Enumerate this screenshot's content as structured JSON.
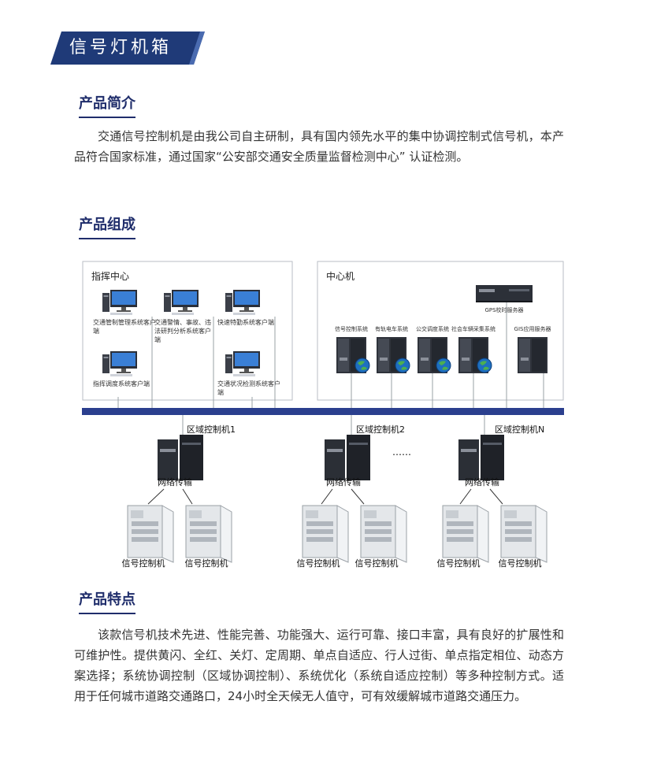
{
  "banner": {
    "title": "信号灯机箱",
    "color": "#1f3a78"
  },
  "sections": {
    "intro": {
      "heading": "产品简介",
      "text": "交通信号控制机是由我公司自主研制，具有国内领先水平的集中协调控制式信号机，本产品符合国家标准，通过国家“公安部交通安全质量监督检测中心” 认证检测。"
    },
    "composition": {
      "heading": "产品组成"
    },
    "features": {
      "heading": "产品特点",
      "text": "该款信号机技术先进、性能完善、功能强大、运行可靠、接口丰富，具有良好的扩展性和可维护性。提供黄闪、全红、关灯、定周期、单点自适应、行人过街、单点指定相位、动态方案选择；系统协调控制（区域协调控制）、系统优化（系统自适应控制）等多种控制方式。适用于任何城市道路交通路口，24小时全天候无人值守，可有效缓解城市道路交通压力。"
    }
  },
  "diagram": {
    "command_center": {
      "title": "指挥中心",
      "clients": [
        "交通管制管理系统客户端",
        "交通警情、事故、违法研判分析系统客户端",
        "快速特勤系统客户端",
        "指挥调度系统客户端",
        "交通状况检测系统客户端"
      ]
    },
    "central": {
      "title": "中心机",
      "gps_server": "GPS校时服务器",
      "servers": [
        "信号控制系统",
        "有轨电车系统",
        "公交调度系统",
        "社会车辆采集系统",
        "GIS应用服务器"
      ]
    },
    "regional_controllers": [
      "区域控制机1",
      "区域控制机2",
      "区域控制机N"
    ],
    "ellipsis": "……",
    "network_label": "网络传输",
    "signal_controller_label": "信号控制机",
    "bus_color": "#2b3f8e"
  }
}
